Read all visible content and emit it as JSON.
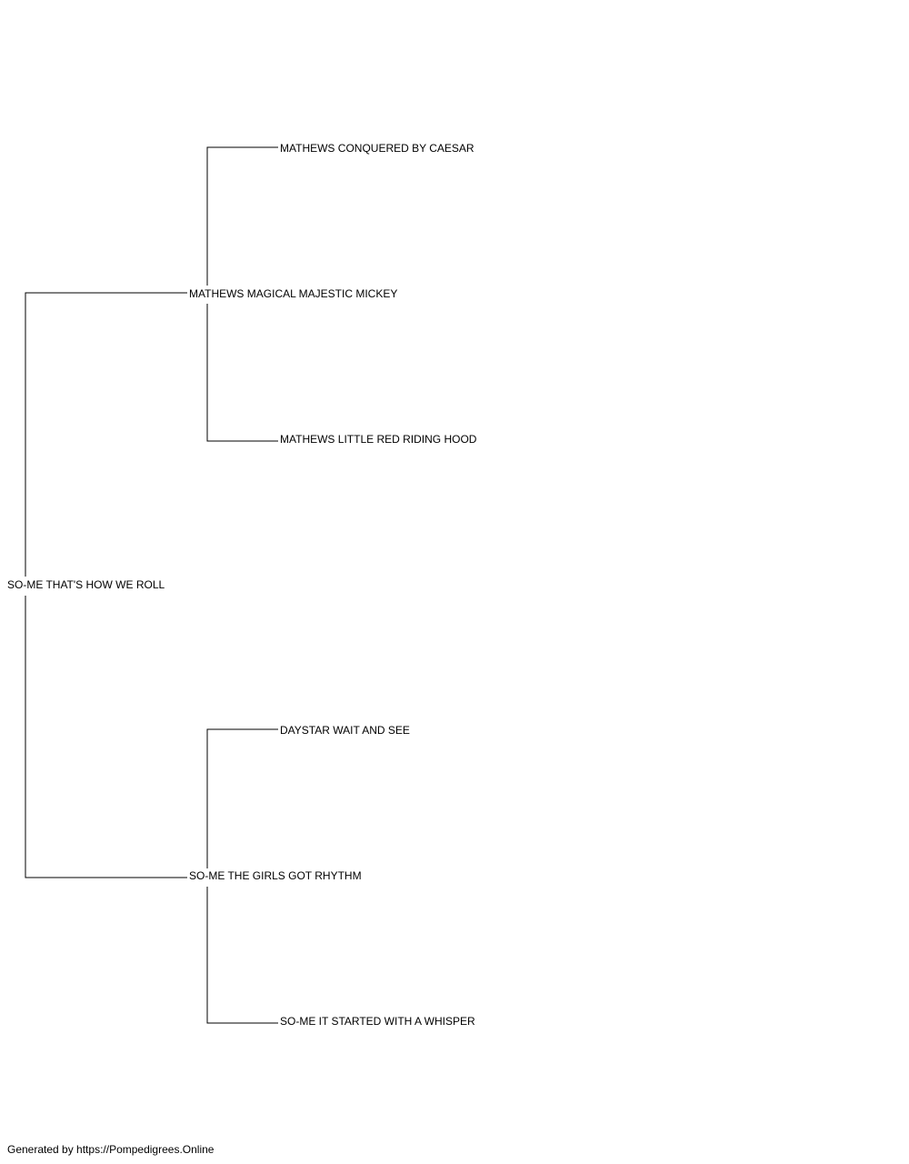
{
  "pedigree": {
    "subject": {
      "name": "SO-ME THAT'S HOW WE ROLL",
      "sire": {
        "name": "MATHEWS MAGICAL MAJESTIC MICKEY",
        "sire": {
          "name": "MATHEWS CONQUERED BY CAESAR"
        },
        "dam": {
          "name": "MATHEWS LITTLE RED RIDING HOOD"
        }
      },
      "dam": {
        "name": "SO-ME THE GIRLS GOT RHYTHM",
        "sire": {
          "name": "DAYSTAR WAIT AND SEE"
        },
        "dam": {
          "name": "SO-ME IT STARTED WITH A WHISPER"
        }
      }
    }
  },
  "footer": {
    "text": "Generated by https://Pompedigrees.Online"
  }
}
